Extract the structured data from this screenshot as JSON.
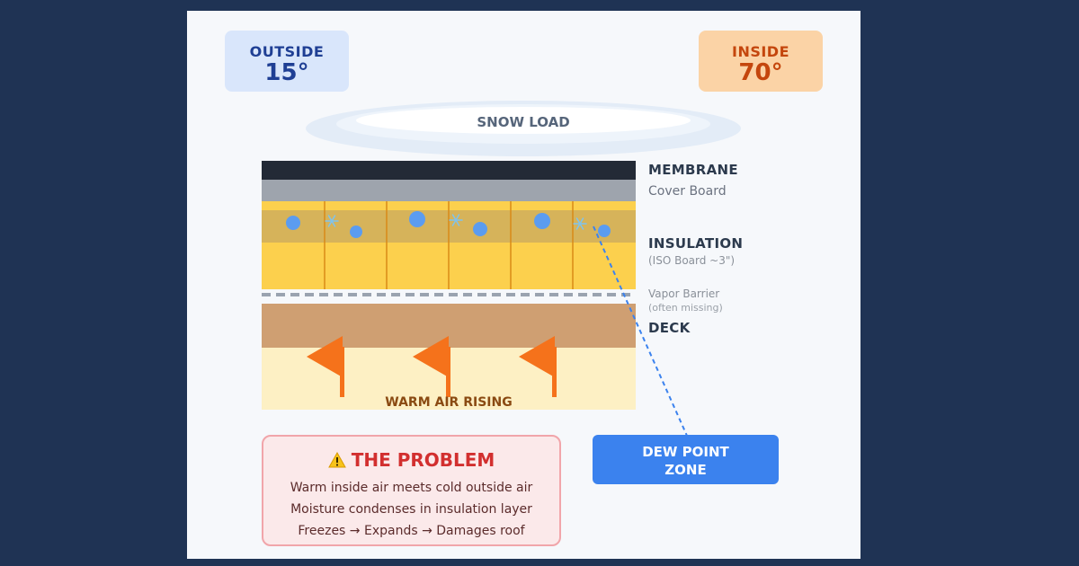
{
  "outside": {
    "label": "OUTSIDE",
    "temp": "15°"
  },
  "inside": {
    "label": "INSIDE",
    "temp": "70°"
  },
  "snow": {
    "label": "SNOW LOAD"
  },
  "layers": {
    "membrane": "MEMBRANE",
    "cover_board": "Cover Board",
    "insulation": "INSULATION",
    "insulation_sub": "(ISO Board ~3\")",
    "vapor_barrier": "Vapor Barrier",
    "vapor_barrier_sub": "(often missing)",
    "deck": "DECK"
  },
  "warm_air": {
    "label": "WARM AIR RISING"
  },
  "problem": {
    "title": "THE PROBLEM",
    "lines": [
      "Warm inside air meets cold outside air",
      "Moisture condenses in insulation layer",
      "Freezes → Expands → Damages roof"
    ]
  },
  "dew_point": {
    "line1": "DEW POINT",
    "line2": "ZONE"
  },
  "colors": {
    "membrane": "#232a36",
    "cover_board": "#9ea4ad",
    "insulation": "#fcd04d",
    "insulation_wet": "#d6b35a",
    "deck": "#cf9f72",
    "warm_air_zone": "#fdf0c4",
    "arrow": "#f5721b",
    "moisture": "#5b9cf0",
    "dew_box": "#3b82ee",
    "problem_border": "#f1a5aa"
  },
  "icons": [
    "snowflake-icon",
    "water-drop-icon",
    "warm-air-arrow-icon",
    "warning-icon"
  ]
}
